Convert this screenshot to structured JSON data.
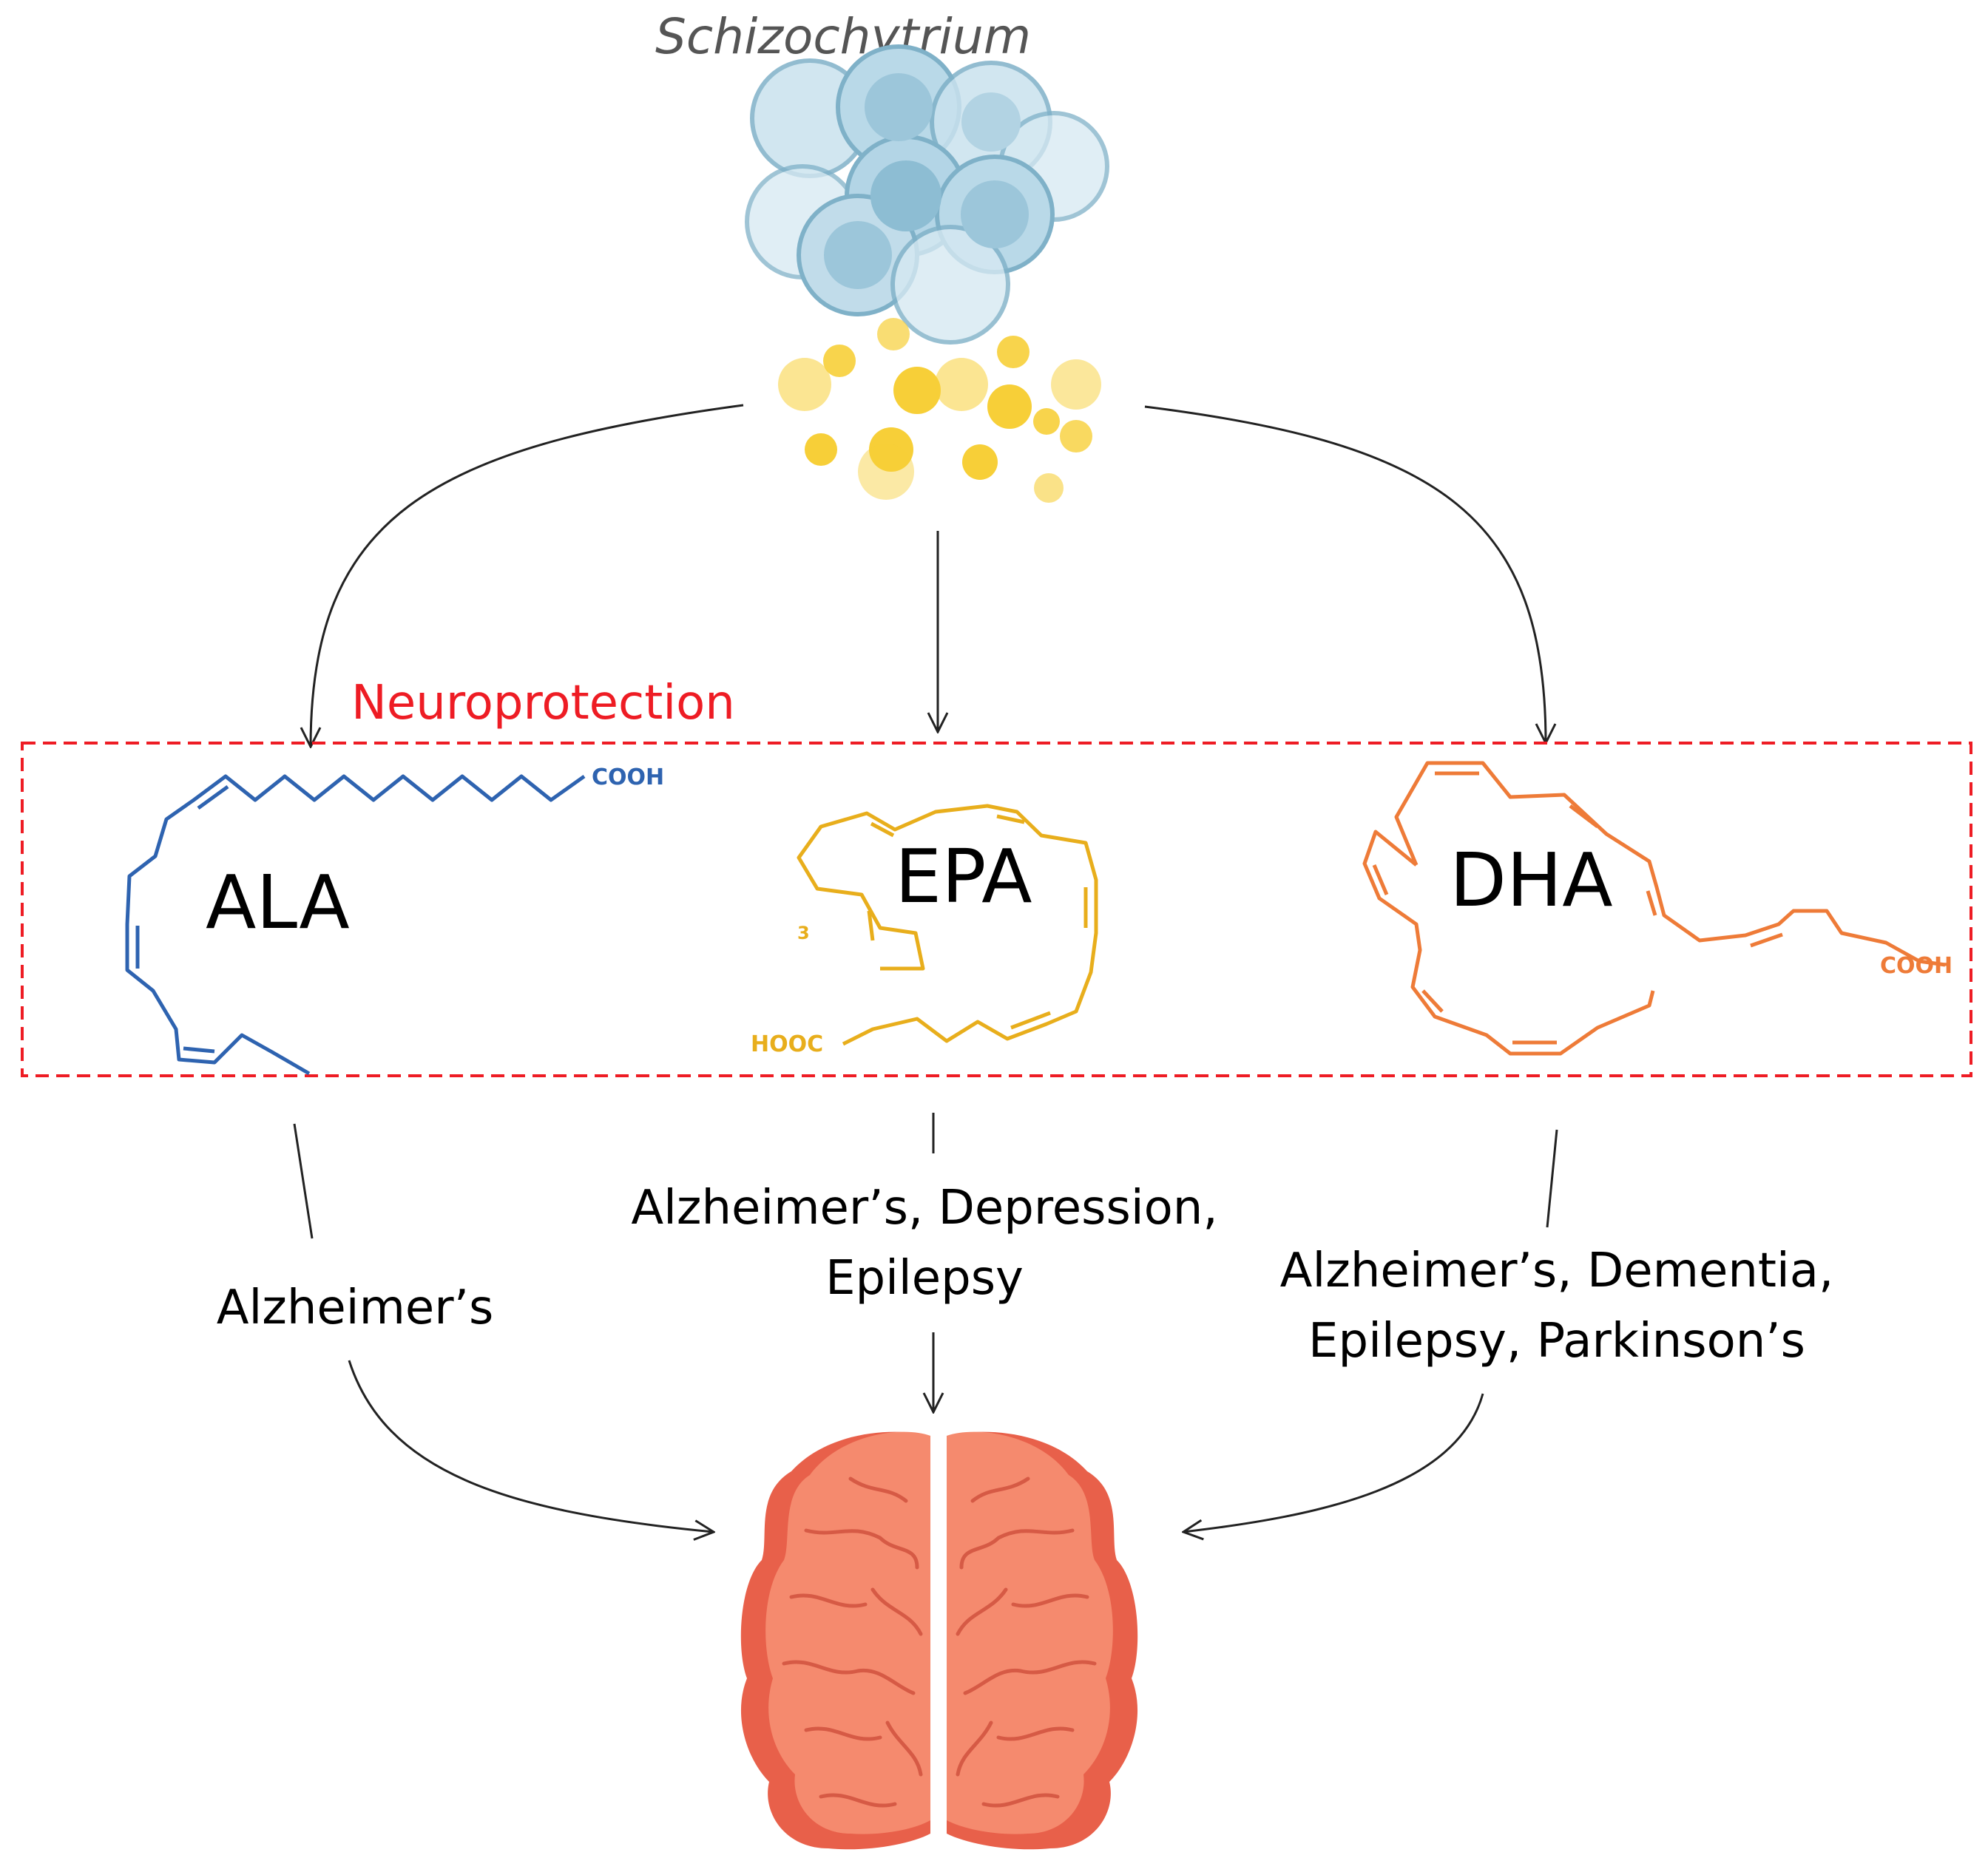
{
  "organism": {
    "name": "Schizochytrium"
  },
  "box": {
    "label": "Neuroprotection",
    "stroke_color": "#ee1c24"
  },
  "molecules": {
    "ala": {
      "label": "ALA",
      "group": "COOH",
      "color": "#2e63b0"
    },
    "epa": {
      "label": "EPA",
      "group": "HOOC",
      "omega_mark": "3",
      "color": "#e8ae1c"
    },
    "dha": {
      "label": "DHA",
      "group": "COOH",
      "color": "#ee7b38"
    }
  },
  "effects": {
    "ala": {
      "line1": "Alzheimer’s"
    },
    "epa": {
      "line1": "Alzheimer’s, Depression,",
      "line2": "Epilepsy"
    },
    "dha": {
      "line1": "Alzheimer’s, Dementia,",
      "line2": "Epilepsy, Parkinson’s"
    }
  },
  "colors": {
    "cell_fill": "#a9cfe0",
    "cell_stroke": "#7fb1c8",
    "cell_nucleus": "#8dbdd3",
    "droplet": "#f7cf38",
    "brain_fill": "#f58a6e",
    "brain_shadow": "#e8604a",
    "brain_fold": "#d65a45",
    "arrow": "#222222",
    "text": "#000000",
    "organism_text": "#555555"
  }
}
